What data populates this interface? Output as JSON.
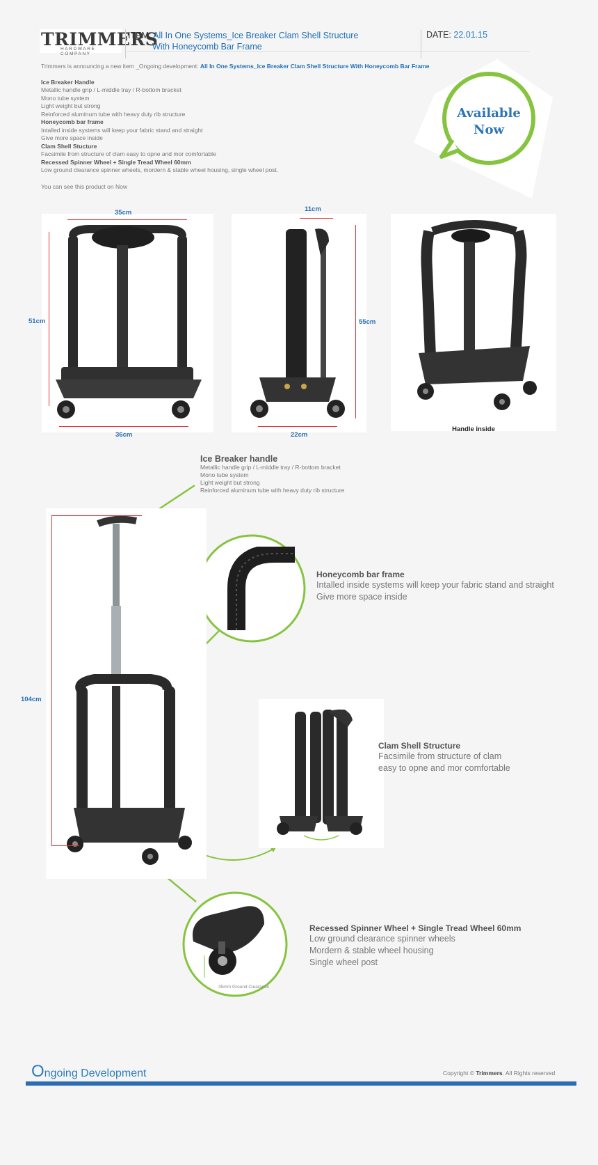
{
  "header": {
    "logo_text": "TRIMMERS",
    "logo_sub": "HARDWARE COMPANY",
    "item_label": "ITEM:",
    "item_title_line1": "All In One Systems_Ice Breaker Clam Shell Structure",
    "item_title_line2": "With Honeycomb Bar Frame",
    "date_label": "DATE:",
    "date_value": "22.01.15"
  },
  "intro": {
    "announce_prefix": "Trimmers is announcing a new item _Ongoing  development:",
    "announce_item": "All In One Systems_Ice Breaker Clam Shell Structure With Honeycomb Bar Frame",
    "lines": [
      {
        "text": "Ice Breaker Handle",
        "bold": true
      },
      {
        "text": "Metallic handle grip / L-middle tray / R-bottom bracket",
        "bold": false
      },
      {
        "text": "Mono tube system",
        "bold": false
      },
      {
        "text": "Light weight but strong",
        "bold": false
      },
      {
        "text": "Reinforced aluminum tube with heavy duty rib structure",
        "bold": false
      },
      {
        "text": "Honeycomb bar frame",
        "bold": true
      },
      {
        "text": "Intalled inside systems will keep your fabric stand and straight",
        "bold": false
      },
      {
        "text": "Give more space inside",
        "bold": false
      },
      {
        "text": "Clam Shell Stucture",
        "bold": true
      },
      {
        "text": "Facsimile from structure of clam easy to opne and mor comfortable",
        "bold": false
      },
      {
        "text": "Recessed Spinner Wheel  + Single Tread Wheel 60mm",
        "bold": true
      },
      {
        "text": "Low ground clearance spinner wheels, mordern & stable wheel housing, single wheel post.",
        "bold": false
      }
    ],
    "see_now": "You can see this product on  Now"
  },
  "badge": {
    "line1": "Available",
    "line2": "Now"
  },
  "dimensions": {
    "front_top": "35cm",
    "front_left": "51cm",
    "front_bottom": "36cm",
    "side_top": "11cm",
    "side_right": "55cm",
    "side_bottom": "22cm",
    "handle_inside_caption": "Handle inside",
    "tall_left": "104cm"
  },
  "features": {
    "handle": {
      "title": "Ice Breaker handle",
      "lines": [
        "Metallic handle grip / L-middle tray / R-bottom bracket",
        "Mono tube system",
        "Light weight but strong",
        "Reinforced aluminum tube with heavy duty rib structure"
      ]
    },
    "honeycomb": {
      "title": "Honeycomb bar frame",
      "lines": [
        "Intalled inside systems will keep your fabric stand and straight",
        "Give more space inside"
      ]
    },
    "clam": {
      "title": "Clam Shell Structure",
      "lines": [
        "Facsimile from structure of clam",
        "easy to opne and mor comfortable"
      ]
    },
    "wheel": {
      "title": "Recessed Spinner Wheel  +  Single Tread Wheel 60mm",
      "lines": [
        "Low ground clearance spinner wheels",
        "Mordern & stable wheel housing",
        "Single wheel post"
      ],
      "clearance_label": "35mm Ground Clearance"
    }
  },
  "footer": {
    "left_big": "O",
    "left_rest": "ngoing Development",
    "copyright_prefix": "Copyright © ",
    "copyright_brand": "Trimmers",
    "copyright_suffix": ".   All Rights reserved"
  },
  "colors": {
    "accent_blue": "#2a7fc0",
    "accent_green": "#86c440",
    "dim_red": "#e53434",
    "footer_bar": "#2d6bb3"
  }
}
